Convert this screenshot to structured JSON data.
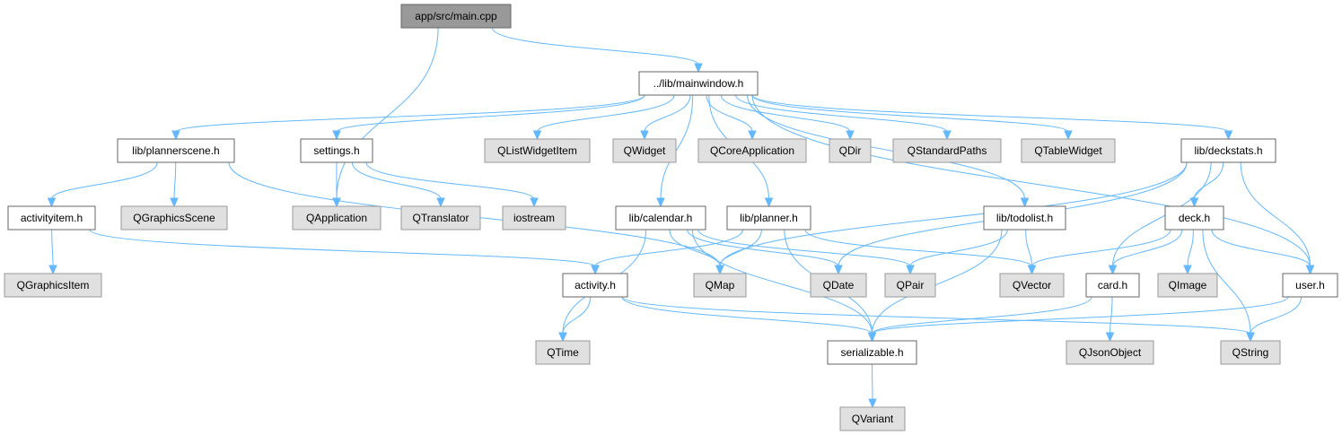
{
  "nodes": [
    {
      "id": "main",
      "label": "app/src/main.cpp",
      "kind": "root"
    },
    {
      "id": "mainwindow",
      "label": "../lib/mainwindow.h",
      "kind": "normal"
    },
    {
      "id": "plannerscene",
      "label": "lib/plannerscene.h",
      "kind": "normal"
    },
    {
      "id": "settings",
      "label": "settings.h",
      "kind": "normal"
    },
    {
      "id": "qlistwidgetitem",
      "label": "QListWidgetItem",
      "kind": "external"
    },
    {
      "id": "qwidget",
      "label": "QWidget",
      "kind": "external"
    },
    {
      "id": "qcoreapplication",
      "label": "QCoreApplication",
      "kind": "external"
    },
    {
      "id": "qdir",
      "label": "QDir",
      "kind": "external"
    },
    {
      "id": "qstandardpaths",
      "label": "QStandardPaths",
      "kind": "external"
    },
    {
      "id": "qtablewidget",
      "label": "QTableWidget",
      "kind": "external"
    },
    {
      "id": "deckstats",
      "label": "lib/deckstats.h",
      "kind": "normal"
    },
    {
      "id": "activityitem",
      "label": "activityitem.h",
      "kind": "normal"
    },
    {
      "id": "qgraphicsscene",
      "label": "QGraphicsScene",
      "kind": "external"
    },
    {
      "id": "qapplication",
      "label": "QApplication",
      "kind": "external"
    },
    {
      "id": "qtranslator",
      "label": "QTranslator",
      "kind": "external"
    },
    {
      "id": "iostream",
      "label": "iostream",
      "kind": "external"
    },
    {
      "id": "calendar",
      "label": "lib/calendar.h",
      "kind": "normal"
    },
    {
      "id": "planner",
      "label": "lib/planner.h",
      "kind": "normal"
    },
    {
      "id": "todolist",
      "label": "lib/todolist.h",
      "kind": "normal"
    },
    {
      "id": "deck",
      "label": "deck.h",
      "kind": "normal"
    },
    {
      "id": "qgraphicsitem",
      "label": "QGraphicsItem",
      "kind": "external"
    },
    {
      "id": "activity",
      "label": "activity.h",
      "kind": "normal"
    },
    {
      "id": "qmap",
      "label": "QMap",
      "kind": "external"
    },
    {
      "id": "qdate",
      "label": "QDate",
      "kind": "external"
    },
    {
      "id": "qpair",
      "label": "QPair",
      "kind": "external"
    },
    {
      "id": "qvector",
      "label": "QVector",
      "kind": "external"
    },
    {
      "id": "card",
      "label": "card.h",
      "kind": "normal"
    },
    {
      "id": "qimage",
      "label": "QImage",
      "kind": "external"
    },
    {
      "id": "user",
      "label": "user.h",
      "kind": "normal"
    },
    {
      "id": "qtime",
      "label": "QTime",
      "kind": "external"
    },
    {
      "id": "serializable",
      "label": "serializable.h",
      "kind": "normal"
    },
    {
      "id": "qjsonobject",
      "label": "QJsonObject",
      "kind": "external"
    },
    {
      "id": "qstring",
      "label": "QString",
      "kind": "external"
    },
    {
      "id": "qvariant",
      "label": "QVariant",
      "kind": "external"
    }
  ],
  "edges": [
    [
      "main",
      "mainwindow"
    ],
    [
      "main",
      "qapplication"
    ],
    [
      "mainwindow",
      "plannerscene"
    ],
    [
      "mainwindow",
      "settings"
    ],
    [
      "mainwindow",
      "qlistwidgetitem"
    ],
    [
      "mainwindow",
      "qwidget"
    ],
    [
      "mainwindow",
      "qcoreapplication"
    ],
    [
      "mainwindow",
      "qdir"
    ],
    [
      "mainwindow",
      "qstandardpaths"
    ],
    [
      "mainwindow",
      "qtablewidget"
    ],
    [
      "mainwindow",
      "deckstats"
    ],
    [
      "mainwindow",
      "calendar"
    ],
    [
      "mainwindow",
      "planner"
    ],
    [
      "mainwindow",
      "todolist"
    ],
    [
      "mainwindow",
      "user"
    ],
    [
      "plannerscene",
      "activityitem"
    ],
    [
      "plannerscene",
      "qgraphicsscene"
    ],
    [
      "plannerscene",
      "qmap"
    ],
    [
      "settings",
      "qapplication"
    ],
    [
      "settings",
      "qtranslator"
    ],
    [
      "settings",
      "iostream"
    ],
    [
      "activityitem",
      "qgraphicsitem"
    ],
    [
      "activityitem",
      "activity"
    ],
    [
      "calendar",
      "qtime"
    ],
    [
      "calendar",
      "qmap"
    ],
    [
      "calendar",
      "qdate"
    ],
    [
      "calendar",
      "qpair"
    ],
    [
      "calendar",
      "serializable"
    ],
    [
      "planner",
      "activity"
    ],
    [
      "planner",
      "qmap"
    ],
    [
      "planner",
      "qvector"
    ],
    [
      "planner",
      "serializable"
    ],
    [
      "todolist",
      "qpair"
    ],
    [
      "todolist",
      "qvector"
    ],
    [
      "todolist",
      "serializable"
    ],
    [
      "deckstats",
      "qmap"
    ],
    [
      "deckstats",
      "qdate"
    ],
    [
      "deckstats",
      "deck"
    ],
    [
      "deckstats",
      "card"
    ],
    [
      "deckstats",
      "user"
    ],
    [
      "deck",
      "qvector"
    ],
    [
      "deck",
      "card"
    ],
    [
      "deck",
      "qimage"
    ],
    [
      "deck",
      "user"
    ],
    [
      "deck",
      "qstring"
    ],
    [
      "activity",
      "qtime"
    ],
    [
      "activity",
      "serializable"
    ],
    [
      "activity",
      "qstring"
    ],
    [
      "card",
      "serializable"
    ],
    [
      "card",
      "qjsonobject"
    ],
    [
      "user",
      "serializable"
    ],
    [
      "user",
      "qstring"
    ],
    [
      "serializable",
      "qvariant"
    ]
  ]
}
